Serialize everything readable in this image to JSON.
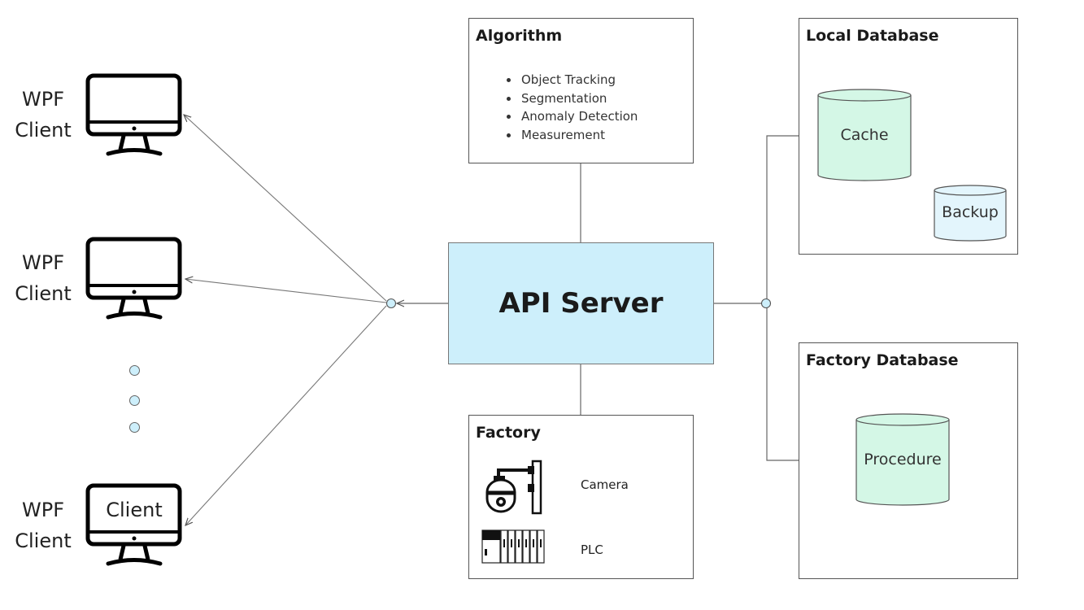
{
  "algorithm": {
    "title": "Algorithm",
    "items": [
      "Object Tracking",
      "Segmentation",
      "Anomaly Detection",
      "Measurement"
    ]
  },
  "api_server": {
    "label": "API Server"
  },
  "local_db": {
    "title": "Local Database",
    "cache": "Cache",
    "backup": "Backup"
  },
  "factory_db": {
    "title": "Factory Database",
    "procedure": "Procedure"
  },
  "factory": {
    "title": "Factory",
    "camera": "Camera",
    "plc": "PLC"
  },
  "clients": [
    {
      "line1": "WPF",
      "line2": "Client"
    },
    {
      "line1": "WPF",
      "line2": "Client"
    },
    {
      "line1": "WPF",
      "line2": "Client",
      "screen_text": "Client"
    }
  ],
  "colors": {
    "api_fill": "#cdeffb",
    "db_green": "#d4f7e6",
    "db_blue": "#e3f5fc",
    "dot_fill": "#cdeffb"
  }
}
